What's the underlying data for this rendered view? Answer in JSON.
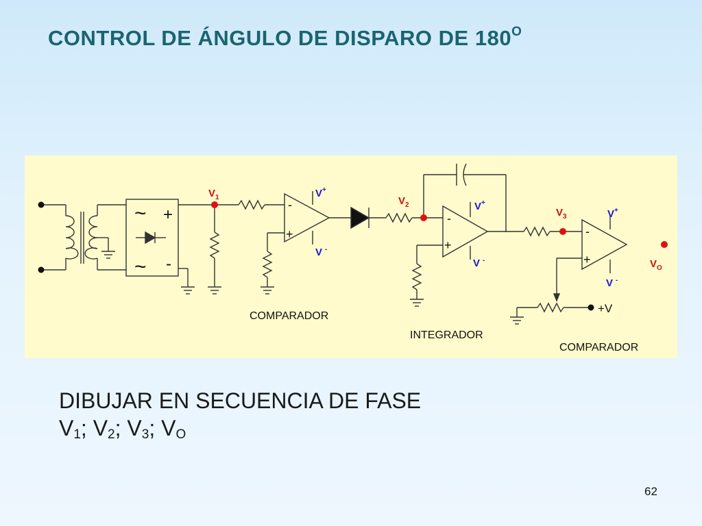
{
  "slide": {
    "title": "CONTROL DE ÁNGULO DE DISPARO DE 180",
    "title_sup": "O",
    "instruction_line1": "DIBUJAR EN SECUENCIA DE FASE",
    "v": "V",
    "v_sub": [
      "1",
      "2",
      "3",
      "O"
    ],
    "sep": "; ",
    "page_number": "62"
  },
  "diagram": {
    "node_labels": {
      "v1": "V",
      "v1_sub": "1",
      "v2": "V",
      "v2_sub": "2",
      "v3": "V",
      "v3_sub": "3",
      "vo": "V",
      "vo_sub": "O"
    },
    "supply_plus": "V",
    "supply_plus_sup": "+",
    "supply_minus": "V",
    "supply_minus_sup": "-",
    "bridge_plus": "+",
    "bridge_minus": "-",
    "bridge_ac": "~",
    "opamp_minus": "-",
    "opamp_plus": "+",
    "ref_voltage": "+V",
    "stage_labels": [
      "COMPARADOR",
      "INTEGRADOR",
      "COMPARADOR"
    ],
    "colors": {
      "panel": "#fffbcc",
      "wire": "#333333",
      "blue_label": "#1a1acc",
      "red_label": "#cc1111",
      "node_red": "#e01010",
      "title": "#1a6470"
    }
  }
}
